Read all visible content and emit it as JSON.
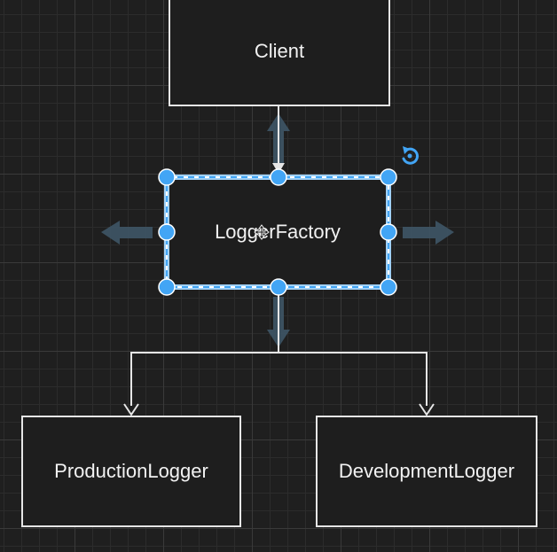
{
  "diagram": {
    "nodes": {
      "client": "Client",
      "factory": "LoggerFactory",
      "production": "ProductionLogger",
      "development": "DevelopmentLogger"
    },
    "edges": [
      {
        "from": "Client",
        "to": "LoggerFactory"
      },
      {
        "from": "LoggerFactory",
        "to": "ProductionLogger"
      },
      {
        "from": "LoggerFactory",
        "to": "DevelopmentLogger"
      }
    ],
    "selected": "LoggerFactory"
  },
  "colors": {
    "background": "#1f1f1f",
    "node_border": "#e6e6e6",
    "selection": "#42a5f5",
    "handle_arrow": "#3e5566"
  },
  "icons": {
    "rotate": "rotate-icon",
    "move_cursor": "move-cursor-icon"
  }
}
